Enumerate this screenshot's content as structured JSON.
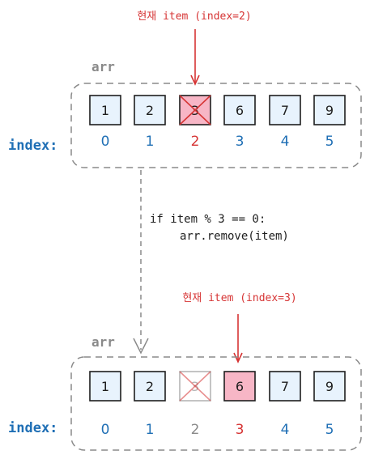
{
  "colors": {
    "cell_fill": "#e8f3fd",
    "highlight_fill": "#f7b6c6",
    "removed_fill": "#ffffff",
    "index_blue": "#1f6fb5",
    "accent_red": "#d63434",
    "gray": "#8a8a8a",
    "stroke": "#1e1e1e"
  },
  "top": {
    "pointer_label": "현재 item (index=2)",
    "array_label": "arr",
    "index_label": "index:",
    "cells": [
      "1",
      "2",
      "3",
      "6",
      "7",
      "9"
    ],
    "indices": [
      "0",
      "1",
      "2",
      "3",
      "4",
      "5"
    ],
    "current_index": 2,
    "crossed_index": 2
  },
  "code": {
    "line1": "if item % 3 == 0:",
    "line2": "arr.remove(item)"
  },
  "bottom": {
    "pointer_label": "현재 item (index=3)",
    "array_label": "arr",
    "index_label": "index:",
    "cells": [
      "1",
      "2",
      "3",
      "6",
      "7",
      "9"
    ],
    "indices": [
      "0",
      "1",
      "2",
      "3",
      "4",
      "5"
    ],
    "current_index": 3,
    "removed_index": 2
  }
}
